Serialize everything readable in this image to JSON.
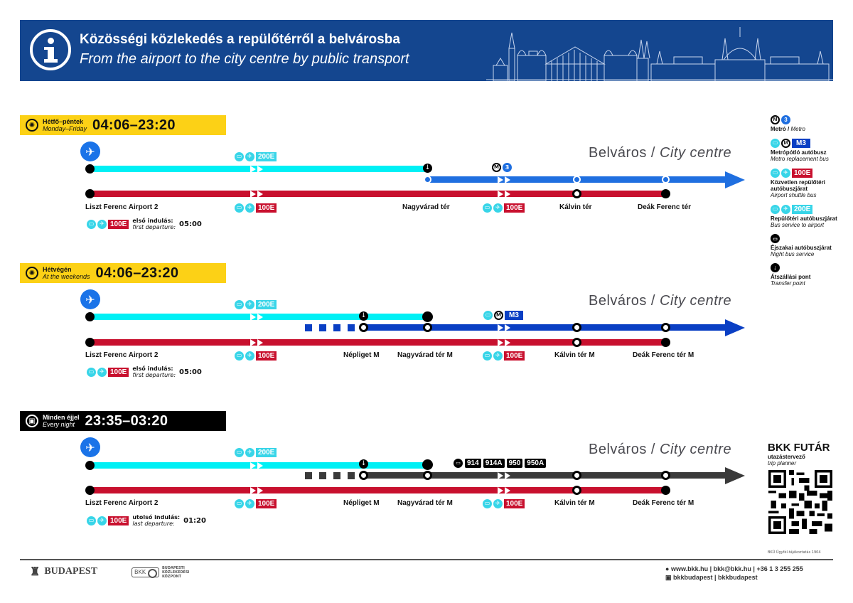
{
  "header": {
    "title_hu": "Közösségi közlekedés a repülőtérről a belvárosba",
    "title_en": "From the airport to the city centre by public transport",
    "background": "#14468f"
  },
  "colors": {
    "bus_200E": "#00f0f5",
    "bus_100E": "#c8102e",
    "metro_M3": "#1f6fe0",
    "replacement_M3": "#0a3fc4",
    "night_bus": "#3a3a3a",
    "badge_day": "#fcd116",
    "badge_night": "#000000"
  },
  "city_centre_hu": "Belváros /",
  "city_centre_en": "City centre",
  "sections": [
    {
      "badge": {
        "label_hu": "Hétfő–péntek",
        "label_en": "Monday–Friday",
        "time": "04:06–23:20",
        "icon": "sun-icon"
      },
      "route_200E": "200E",
      "route_100E": "100E",
      "metro_label": "3",
      "stops": [
        "Liszt Ferenc Airport 2",
        "Nagyvárad tér",
        "Kálvin tér",
        "Deák Ferenc tér"
      ],
      "departure": {
        "route": "100E",
        "label_hu": "első indulás:",
        "label_en": "first departure:",
        "time": "05:00"
      }
    },
    {
      "badge": {
        "label_hu": "Hétvégén",
        "label_en": "At the weekends",
        "time": "04:06–23:20",
        "icon": "sun-icon"
      },
      "route_200E": "200E",
      "route_100E": "100E",
      "replacement_label": "M3",
      "stops": [
        "Liszt Ferenc Airport 2",
        "Népliget M",
        "Nagyvárad tér M",
        "Kálvin tér M",
        "Deák Ferenc tér M"
      ],
      "departure": {
        "route": "100E",
        "label_hu": "első indulás:",
        "label_en": "first departure:",
        "time": "05:00"
      }
    },
    {
      "badge": {
        "label_hu": "Minden éjjel",
        "label_en": "Every night",
        "time": "23:35–03:20",
        "icon": "night-bus-icon"
      },
      "route_200E": "200E",
      "route_100E": "100E",
      "night_routes": [
        "914",
        "914A",
        "950",
        "950A"
      ],
      "stops": [
        "Liszt Ferenc Airport 2",
        "Népliget M",
        "Nagyvárad tér M",
        "Kálvin tér M",
        "Deák Ferenc tér M"
      ],
      "departure": {
        "route": "100E",
        "label_hu": "utolsó indulás:",
        "label_en": "last departure:",
        "time": "01:20"
      }
    }
  ],
  "legend": [
    {
      "icons": [
        "metro-icon",
        "m3-icon"
      ],
      "badge": "3",
      "hu": "Metró /",
      "en": "Metro"
    },
    {
      "icons": [
        "bus-icon",
        "metro-icon"
      ],
      "badge": "M3",
      "hu": "Metrópótló autóbusz",
      "en": "Metro replacement bus"
    },
    {
      "icons": [
        "bus-icon",
        "plane-icon"
      ],
      "badge": "100E",
      "hu": "Közvetlen repülőtéri autóbuszjárat",
      "en": "Airport shuttle bus"
    },
    {
      "icons": [
        "bus-icon",
        "plane-icon"
      ],
      "badge": "200E",
      "hu": "Repülőtéri autóbuszjárat",
      "en": "Bus service to airport"
    },
    {
      "icons": [
        "night-bus-icon"
      ],
      "hu": "Éjszakai autóbuszjárat",
      "en": "Night bus service"
    },
    {
      "icons": [
        "transfer-icon"
      ],
      "hu": "Átszállási pont",
      "en": "Transfer point"
    }
  ],
  "futar": {
    "title": "BKK FUTÁR",
    "hu": "utazástervező",
    "en": "trip planner",
    "note": "BKÜ Ügyfél-tájékoztatás 1904"
  },
  "footer": {
    "budapest": "BUDAPEST",
    "bkk_box": "BKK",
    "bkk_name": [
      "BUDAPESTI",
      "KÖZLEKEDÉSI",
      "KÖZPONT"
    ],
    "contact_line1": "www.bkk.hu | bkk@bkk.hu | +36 1 3 255 255",
    "contact_line2": "bkkbudapest | bkkbudapest"
  }
}
